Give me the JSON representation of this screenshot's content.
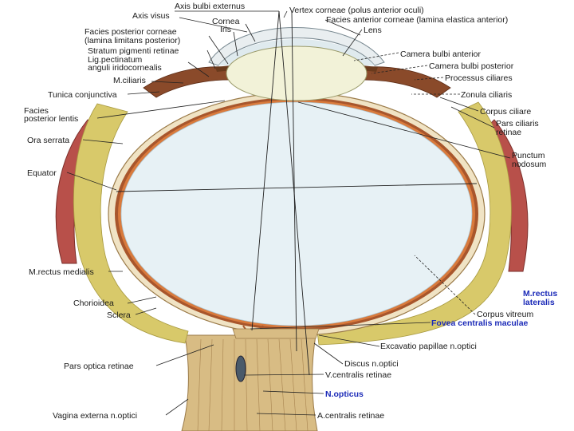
{
  "colors": {
    "label_text": "#1a1a1a",
    "highlight_text": "#1c2bb8",
    "vitreous": "#e7f1f5",
    "sclera": "#f0e3c4",
    "choroid": "#a8562c",
    "retina_line": "#d97a3c",
    "muscle": "#b8504a",
    "fat": "#d8c96a",
    "lens": "#f2f2d8"
  },
  "labels": {
    "axis_bulbi_externus": "Axis bulbi externus",
    "axis_visus": "Axis visus",
    "cornea": "Cornea",
    "iris": "Iris",
    "vertex_corneae": "Vertex corneae (polus anterior oculi)",
    "facies_anterior_corneae": "Facies anterior corneae (lamina elastica anterior)",
    "lens": "Lens",
    "facies_posterior_corneae_1": "Facies posterior corneae",
    "facies_posterior_corneae_2": "(lamina limitans posterior)",
    "stratum_pigmenti_retinae": "Stratum pigmenti retinae",
    "lig_pectinatum_1": "Lig.pectinatum",
    "lig_pectinatum_2": "anguli iridocornealis",
    "m_ciliaris": "M.ciliaris",
    "camera_bulbi_anterior": "Camera bulbi anterior",
    "camera_bulbi_posterior": "Camera bulbi posterior",
    "processus_ciliares": "Processus ciliares",
    "tunica_conjunctiva": "Tunica conjunctiva",
    "zonula_ciliaris": "Zonula ciliaris",
    "facies_posterior_lentis_1": "Facies",
    "facies_posterior_lentis_2": "posterior lentis",
    "corpus_ciliare": "Corpus ciliare",
    "pars_ciliaris_retinae_1": "Pars ciliaris",
    "pars_ciliaris_retinae_2": "retinae",
    "ora_serrata": "Ora serrata",
    "punctum_nodosum_1": "Punctum",
    "punctum_nodosum_2": "nodosum",
    "equator": "Equator",
    "m_rectus_medialis": "M.rectus medialis",
    "m_rectus_lateralis_1": "M.rectus",
    "m_rectus_lateralis_2": "lateralis",
    "chorioidea": "Chorioidea",
    "sclera": "Sclera",
    "corpus_vitreum": "Corpus vitreum",
    "fovea_centralis_maculae": "Fovea centralis maculae",
    "excavatio_papillae": "Excavatio papillae n.optici",
    "pars_optica_retinae": "Pars optica retinae",
    "discus_n_optici": "Discus n.optici",
    "v_centralis_retinae": "V.centralis retinae",
    "n_opticus": "N.opticus",
    "vagina_externa": "Vagina externa n.optici",
    "a_centralis_retinae": "A.centralis retinae"
  }
}
